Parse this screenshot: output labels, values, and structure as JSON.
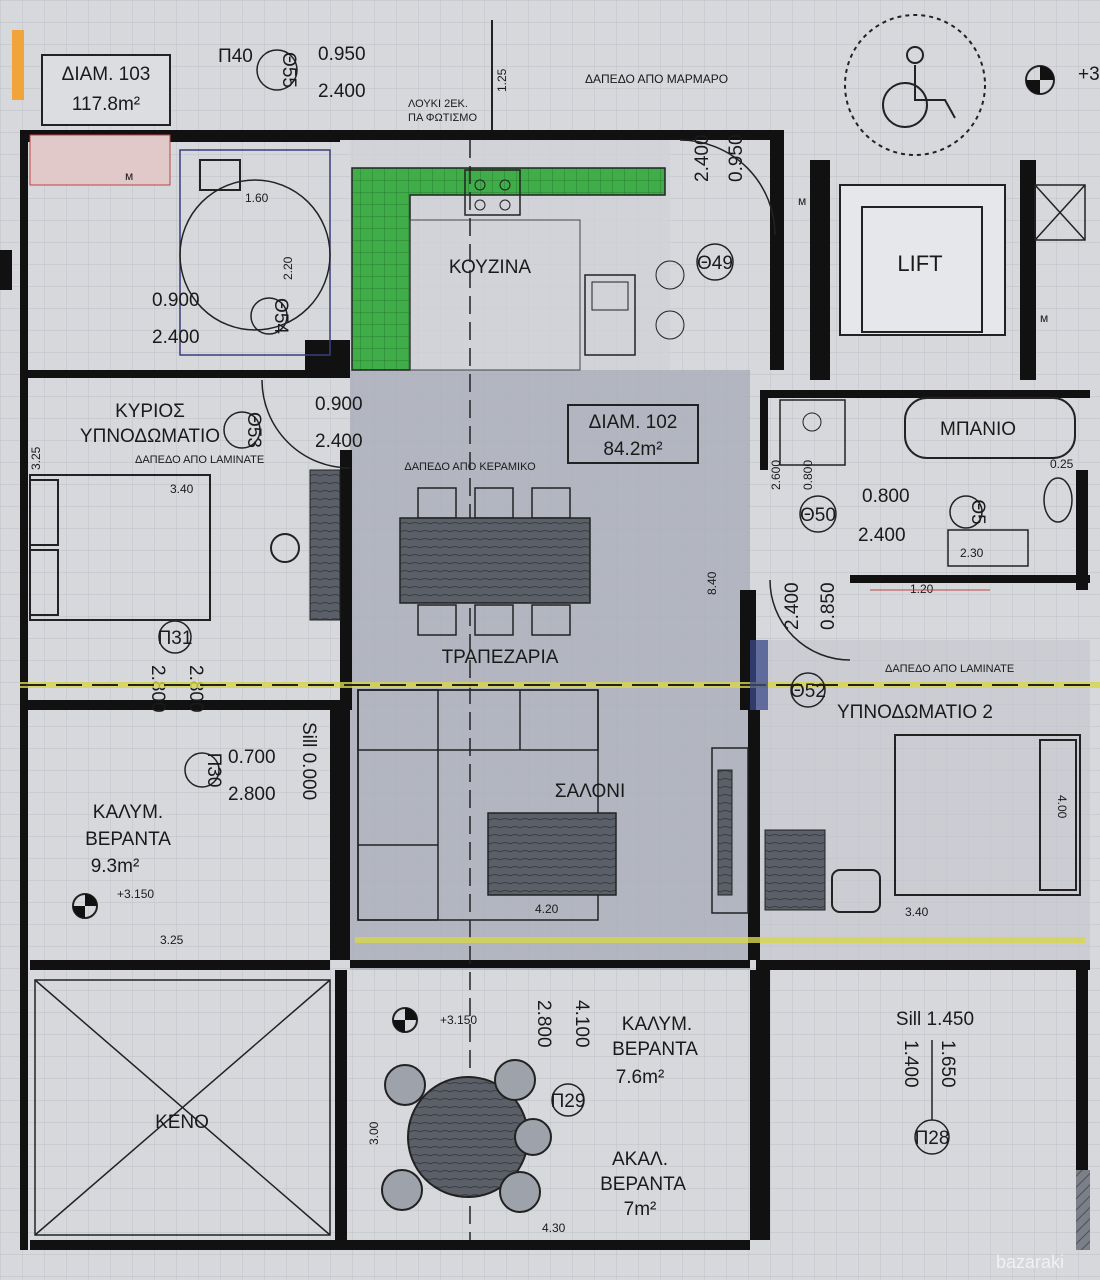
{
  "units": {
    "unit103": {
      "title": "ΔΙΑΜ. 103",
      "area": "117.8m²"
    },
    "unit102": {
      "title": "ΔΙΑΜ. 102",
      "area": "84.2m²"
    }
  },
  "rooms": {
    "kitchen": "ΚΟΥΖΙΝΑ",
    "lift": "LIFT",
    "bathroom": "ΜΠΑΝΙΟ",
    "master_bedroom_line1": "ΚΥΡΙΟΣ",
    "master_bedroom_line2": "ΥΠΝΟΔΩΜΑΤΙΟ",
    "dining": "ΤΡΑΠΕΖΑΡΙΑ",
    "living": "ΣΑΛΟΝΙ",
    "bedroom2": "ΥΠΝΟΔΩΜΑΤΙΟ 2",
    "covered_veranda_left_line1": "ΚΑΛΥΜ.",
    "covered_veranda_left_line2": "ΒΕΡΑΝΤΑ",
    "covered_veranda_left_area": "9.3m²",
    "covered_veranda_mid_line1": "ΚΑΛΥΜ.",
    "covered_veranda_mid_line2": "ΒΕΡΑΝΤΑ",
    "covered_veranda_mid_area": "7.6m²",
    "open_veranda_line1": "ΑΚΑΛ.",
    "open_veranda_line2": "ΒΕΡΑΝΤΑ",
    "open_veranda_area": "7m²",
    "void": "ΚΕΝΟ"
  },
  "floor_notes": {
    "marble": "ΔΑΠΕΔΟ ΑΠΟ ΜΑΡΜΑΡΟ",
    "laminate_master": "ΔΑΠΕΔΟ ΑΠΟ LAMINATE",
    "ceramic": "ΔΑΠΕΔΟ ΑΠΟ ΚΕΡΑΜΙΚΟ",
    "laminate_bed2": "ΔΑΠΕΔΟ ΑΠΟ LAMINATE",
    "lobby_light_line1": "ΛΟΥΚΙ 2ΕΚ.",
    "lobby_light_line2": "ΠΑ ΦΩΤΙΣΜΟ"
  },
  "door_tags": {
    "p40": "Π40",
    "t55": "Θ55",
    "t49": "Θ49",
    "t54": "Θ54",
    "t53": "Θ53",
    "t50": "Θ50",
    "t5": "Θ5",
    "t52": "Θ52",
    "p31": "Π31",
    "p30": "Π30",
    "p29": "Π29",
    "p28": "Π28"
  },
  "dimensions": {
    "d_0950_top": "0.950",
    "d_2400_top": "2.400",
    "d_125": "1.25",
    "d_2400_kit": "2.400",
    "d_0950_kit": "0.950",
    "d_160": "1.60",
    "d_220": "2.20",
    "d_0900_wc": "0.900",
    "d_2400_wc": "2.400",
    "d_0900_mb": "0.900",
    "d_2400_mb": "2.400",
    "d_325_side": "3.25",
    "d_340_bed": "3.40",
    "d_2800_a": "2.800",
    "d_2800_b": "2.800",
    "d_0700": "0.700",
    "d_2800_c": "2.800",
    "d_sill_0000": "Sill 0.000",
    "d_3150_left": "+3.150",
    "d_325_bottom": "3.25",
    "d_840": "8.40",
    "d_420": "4.20",
    "d_2600": "2.600",
    "d_0800_a": "0.800",
    "d_0800_b": "0.800",
    "d_2400_bath": "2.400",
    "d_025": "0.25",
    "d_230": "2.30",
    "d_120": "1.20",
    "d_2400_b2": "2.400",
    "d_0850": "0.850",
    "d_400": "4.00",
    "d_340_b2": "3.40",
    "d_3150_mid": "+3.150",
    "d_2800_ver": "2.800",
    "d_4100": "4.100",
    "d_300": "3.00",
    "d_430": "4.30",
    "d_sill_1450": "Sill 1.450",
    "d_1400": "1.400",
    "d_1650": "1.650"
  },
  "watermark": "bazaraki",
  "colors": {
    "paper": "#d6d8dc",
    "wall": "#111111",
    "kitchen_counter": "#3fae49",
    "living_shade": "#a7abb8",
    "grid": "#9aa0aa",
    "section_line": "#d8d64a"
  }
}
